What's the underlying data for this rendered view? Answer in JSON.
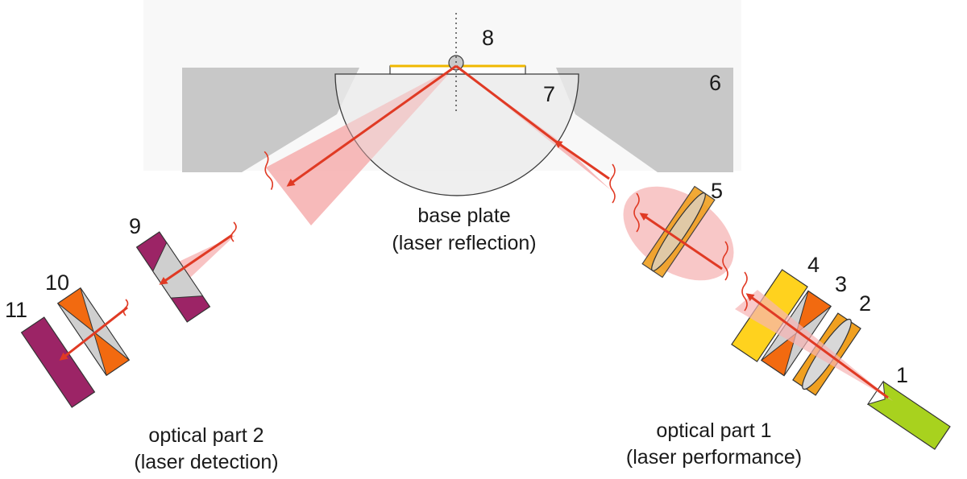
{
  "labels": {
    "n1": "1",
    "n2": "2",
    "n3": "3",
    "n4": "4",
    "n5": "5",
    "n6": "6",
    "n7": "7",
    "n8": "8",
    "n9": "9",
    "n10": "10",
    "n11": "11"
  },
  "captions": {
    "base_line1": "base plate",
    "base_line2": "(laser reflection)",
    "part1_line1": "optical part 1",
    "part1_line2": "(laser performance)",
    "part2_line1": "optical part 2",
    "part2_line2": "(laser detection)"
  },
  "colors": {
    "base_gray": "#c8c8c8",
    "prism_fill": "#ebebeb",
    "laser_red": "#e03a24",
    "beam_pink": "#f6b4b4",
    "gold": "#f0a020",
    "yellow": "#ffd21e",
    "orange": "#f26a10",
    "magenta": "#9c2466",
    "laser_green": "#a8d21e",
    "thin_film": "#f0b800"
  }
}
